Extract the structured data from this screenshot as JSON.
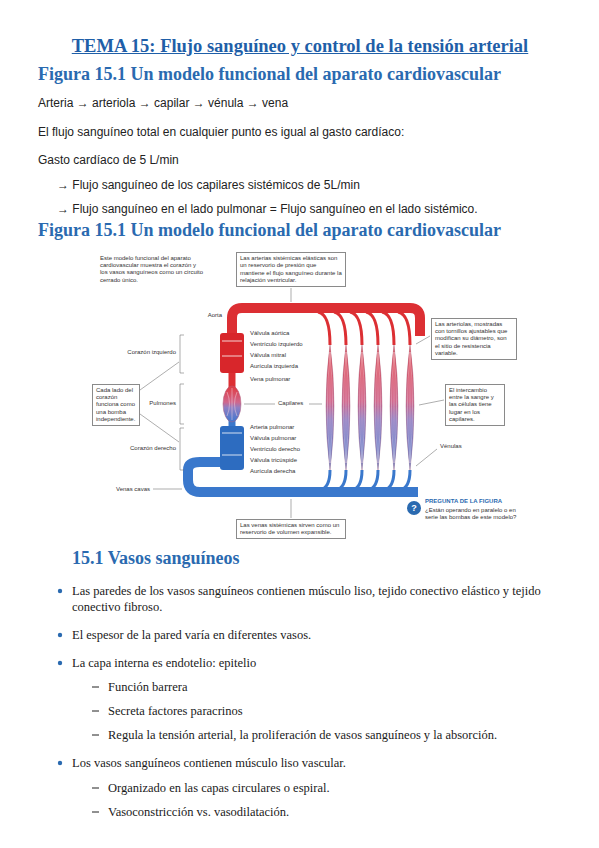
{
  "diagram": {
    "title": "TEMA 15: Flujo sanguíneo y control de la tensión arterial",
    "nodes": [
      {
        "text": [
          "Las arterias sistémicas elásticas son un reservorio de presión que mantiene el flujo sanguíneo durante la relajación ventricular."
        ]
      },
      {
        "text": [
          "Las arteriolas, mostradas con tornillos ajustables que modifican su diámetro, son el sitio de resistencia variable."
        ]
      },
      {
        "text": [
          "Cada lado del corazón funciona como una bomba independiente."
        ]
      },
      {
        "text": [
          "El intercambio entre la sangre y las células tiene lugar en los capilares."
        ]
      },
      {
        "text": [
          "Las venas sistémicas sirven como un reservorio de volumen expansible."
        ]
      }
    ],
    "labels": [
      "Figura 15.1 Un modelo funcional del aparato cardiovascular",
      "Arteria → arteriola → capilar → vénula → vena",
      "El flujo sanguíneo total en cualquier punto es igual al gasto cardíaco:",
      "Gasto cardíaco de 5 L/min",
      "→ Flujo sanguíneo de los capilares sistémicos de 5L/min",
      "→ Flujo sanguíneo en el lado pulmonar = Flujo sanguíneo en el lado sistémico.",
      "Figura 15.1 Un modelo funcional del aparato cardiovascular",
      "Este modelo funcional del aparato cardiovascular muestra el corazón y los vasos sanguíneos como un circuito cerrado único.",
      "Aorta",
      "Válvula aórtica",
      "Ventrículo izquierdo",
      "Válvula mitral",
      "Aurícula izquierda",
      "Corazón izquierdo",
      "Vena pulmonar",
      "Pulmones",
      "Capilares",
      "Arteria pulmonar",
      "Válvula pulmonar",
      "Ventrículo derecho",
      "Válvula tricúspide",
      "Aurícula derecha",
      "Corazón derecho",
      "Venas cavas",
      "Vénulas",
      "?",
      "PREGUNTA DE LA FIGURA",
      "¿Están operando en paralelo o en serie las bombas de este modelo?",
      "15.1 Vasos sanguíneos",
      "Las paredes de los vasos sanguíneos contienen músculo liso, tejido conectivo elástico y tejido conectivo fibroso.",
      "El espesor de la pared varía en diferentes vasos.",
      "La capa interna es endotelio: epitelio",
      "Función barrera",
      "Secreta factores paracrinos",
      "Regula la tensión arterial, la proliferación de vasos sanguíneos y la absorción.",
      "Los vasos sanguíneos contienen músculo liso vascular.",
      "Organizado en las capas circulares o espiral.",
      "Vasoconstricción vs. vasodilatación."
    ]
  }
}
